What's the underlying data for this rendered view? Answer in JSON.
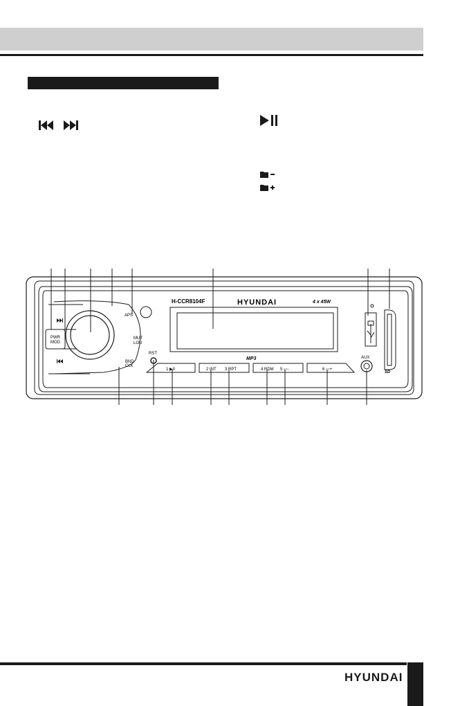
{
  "footer": {
    "brand": "HYUNDAI"
  },
  "device": {
    "model": "H-CCR8104F",
    "brand": "HYUNDAI",
    "power": "4 x 45W",
    "mp3_logo": "MP3",
    "buttons": {
      "aps": "APS",
      "pwr": "PWR",
      "mod": "MOD",
      "mut": "MUT",
      "lou": "LOU",
      "bnd": "BND",
      "clk": "CLK",
      "rst": "RST",
      "aux": "AUX",
      "sd": "SD",
      "preset1": "1 ▶II",
      "preset2": "2 INT",
      "preset3": "3 RPT",
      "preset4": "4 RDM",
      "preset5": "5 ▭-",
      "preset6": "6 ▭+"
    }
  }
}
